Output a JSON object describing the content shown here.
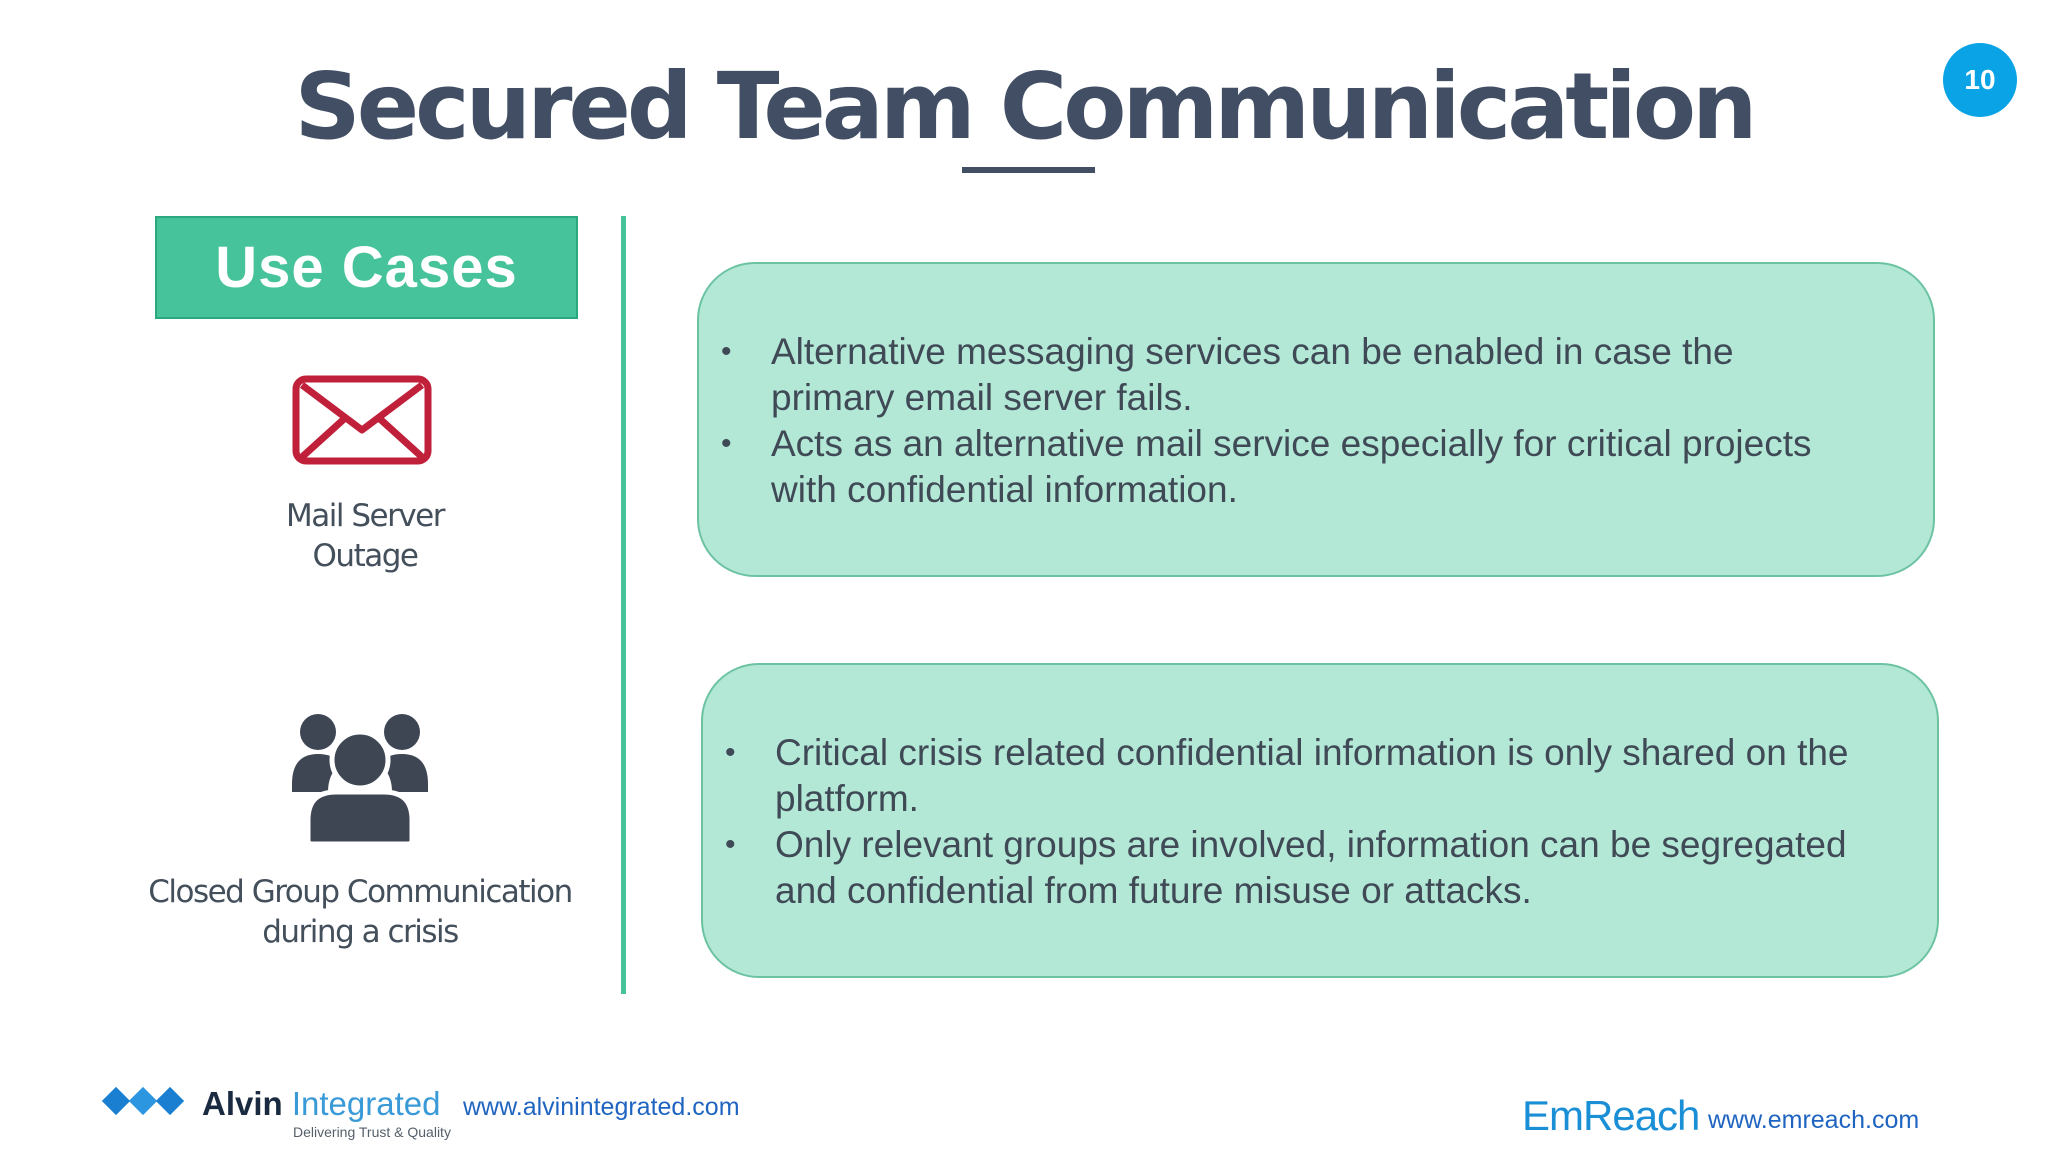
{
  "slide": {
    "title": "Secured Team Communication",
    "page_number": "10"
  },
  "sidebar": {
    "header": "Use Cases",
    "items": [
      {
        "label_line1": "Mail Server",
        "label_line2": "Outage",
        "icon": "envelope-icon"
      },
      {
        "label_line1": "Closed Group Communication",
        "label_line2": "during a crisis",
        "icon": "group-icon"
      }
    ]
  },
  "boxes": [
    {
      "bullets": [
        [
          "Alternative messaging services can be enabled in case the",
          "primary email server fails."
        ],
        [
          "Acts as an alternative mail service especially for critical projects",
          "with confidential information."
        ]
      ]
    },
    {
      "bullets": [
        [
          "Critical crisis related confidential information is only shared on the",
          "platform."
        ],
        [
          "Only relevant groups are involved, information can be segregated",
          "and confidential from future misuse or attacks."
        ]
      ]
    }
  ],
  "footer": {
    "left_brand_bold": "Alvin",
    "left_brand_light": "Integrated",
    "left_tagline": "Delivering Trust & Quality",
    "left_url": "www.alvinintegrated.com",
    "right_brand": "EmReach",
    "right_url": "www.emreach.com"
  },
  "colors": {
    "title": "#414e63",
    "accent_green": "#47c39b",
    "box_fill": "#b4e8d6",
    "page_badge": "#0aa3e6",
    "envelope": "#c0203a",
    "group_icon": "#3e4654"
  }
}
